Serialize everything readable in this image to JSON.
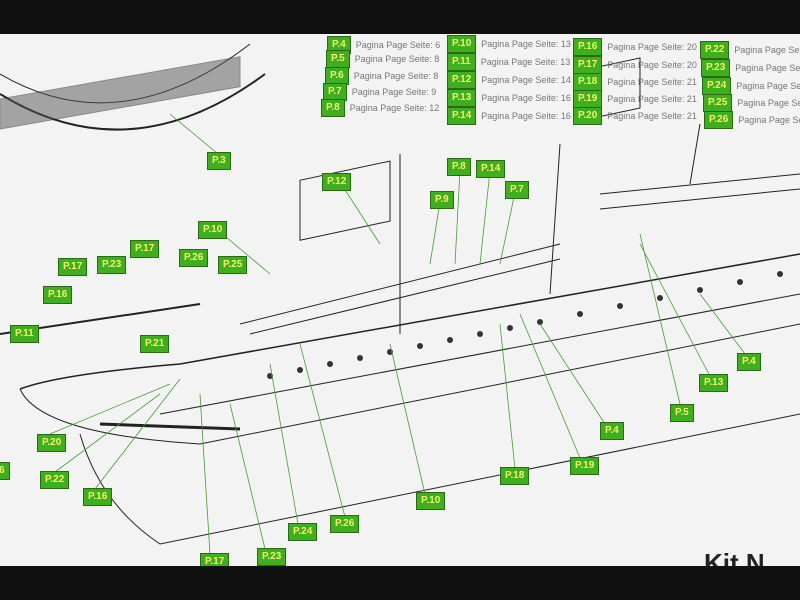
{
  "legend": [
    {
      "code": "P.4",
      "text": "Pagina Page Seite: 6"
    },
    {
      "code": "P.5",
      "text": "Pagina Page Seite: 8"
    },
    {
      "code": "P.6",
      "text": "Pagina Page Seite: 8"
    },
    {
      "code": "P.7",
      "text": "Pagina Page Seite: 9"
    },
    {
      "code": "P.8",
      "text": "Pagina Page Seite: 12"
    },
    {
      "code": "P.10",
      "text": "Pagina Page Seite: 13"
    },
    {
      "code": "P.11",
      "text": "Pagina Page Seite: 13"
    },
    {
      "code": "P.12",
      "text": "Pagina Page Seite: 14"
    },
    {
      "code": "P.13",
      "text": "Pagina Page Seite: 16"
    },
    {
      "code": "P.14",
      "text": "Pagina Page Seite: 16"
    },
    {
      "code": "P.16",
      "text": "Pagina Page Seite: 20"
    },
    {
      "code": "P.17",
      "text": "Pagina Page Seite: 20"
    },
    {
      "code": "P.18",
      "text": "Pagina Page Seite: 21"
    },
    {
      "code": "P.19",
      "text": "Pagina Page Seite: 21"
    },
    {
      "code": "P.20",
      "text": "Pagina Page Seite: 21"
    },
    {
      "code": "P.22",
      "text": "Pagina Page Seite"
    },
    {
      "code": "P.23",
      "text": "Pagina Page Seite"
    },
    {
      "code": "P.24",
      "text": "Pagina Page Seite"
    },
    {
      "code": "P.25",
      "text": "Pagina Page Seite"
    },
    {
      "code": "P.26",
      "text": "Pagina Page Seite"
    }
  ],
  "callouts": [
    "P.3",
    "P.12",
    "P.8",
    "P.14",
    "P.7",
    "P.9",
    "P.10",
    "P.17",
    "P.26",
    "P.25",
    "P.23",
    "P.17",
    "P.16",
    "P.11",
    "P.21",
    "P.4",
    "P.13",
    "P.5",
    "P.4",
    "P.20",
    "P.19",
    "P.18",
    "P.22",
    "P.16",
    "P.10",
    "P.26",
    "P.24",
    "P.23",
    "P.17",
    "6"
  ],
  "footer_text": "Kit N",
  "colors": {
    "tag_bg": "#3fae1f",
    "tag_text": "#f2f26a",
    "leader": "#4a9a3a"
  }
}
